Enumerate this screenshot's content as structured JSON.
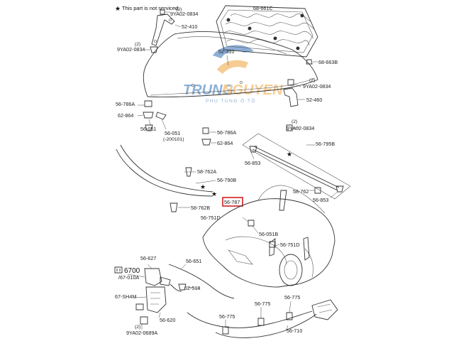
{
  "note": {
    "star": "★",
    "text": "This part is not serviced."
  },
  "watermark": {
    "brand_a": "TRUNG",
    "brand_b": "NGUYEN",
    "tagline": "PHỤ TÙNG Ô TÔ",
    "color_a": "#2f6fb5",
    "color_b": "#f0a43a"
  },
  "highlight_color": "#d42020",
  "labels": {
    "p9ya_qty_top": "(2)",
    "p9ya02_0834_top": "9YA02-0834",
    "p52_410": "52-410",
    "p9ya_qty_left": "(2)",
    "p9ya02_0834_left": "9YA02-0834",
    "p68_661c": "68-661C",
    "p52_310": "52-310",
    "p68_663b": "68-663B",
    "p9ya_qty_right": "(2)",
    "p9ya02_0834_right": "9YA02-0834",
    "p52_460": "52-460",
    "p56_786a_left": "56-786A",
    "p62_864_left": "62-864",
    "p56_051_left": "56-051",
    "p56_051_mid": "56-051",
    "p56_051_sub": "(-200101)",
    "p56_786a_mid": "56-786A",
    "p62_864_mid": "62-864",
    "p9ya_qty_right2": "(2)",
    "p9ya02_0834_right2": "9YA02-0834",
    "p56_795b": "56-795B",
    "p56_853_top": "56-853",
    "p58_762_right": "58-762",
    "p56_853_right": "56-853",
    "p58_762a": "58-762A",
    "p56_790b": "56-790B",
    "p56_787": "56-787",
    "p58_762b": "58-762B",
    "p56_751d_top": "56-751D",
    "p56_051b": "56-051B",
    "p56_751d_low": "56-751D",
    "p56_627": "56-627",
    "p6700": "6700",
    "p67_010a": "/67-010A",
    "p67_sh4m": "67-SH4M",
    "p56_651": "56-651",
    "p52_518": "52-518",
    "p56_620": "56-620",
    "p9ya_qty_bottom": "(2)",
    "p9ya02_0689a": "9YA02-0689A",
    "p56_775_a": "56-775",
    "p56_775_b": "56-775",
    "p56_775_c": "56-775",
    "p56_710": "56-710"
  }
}
